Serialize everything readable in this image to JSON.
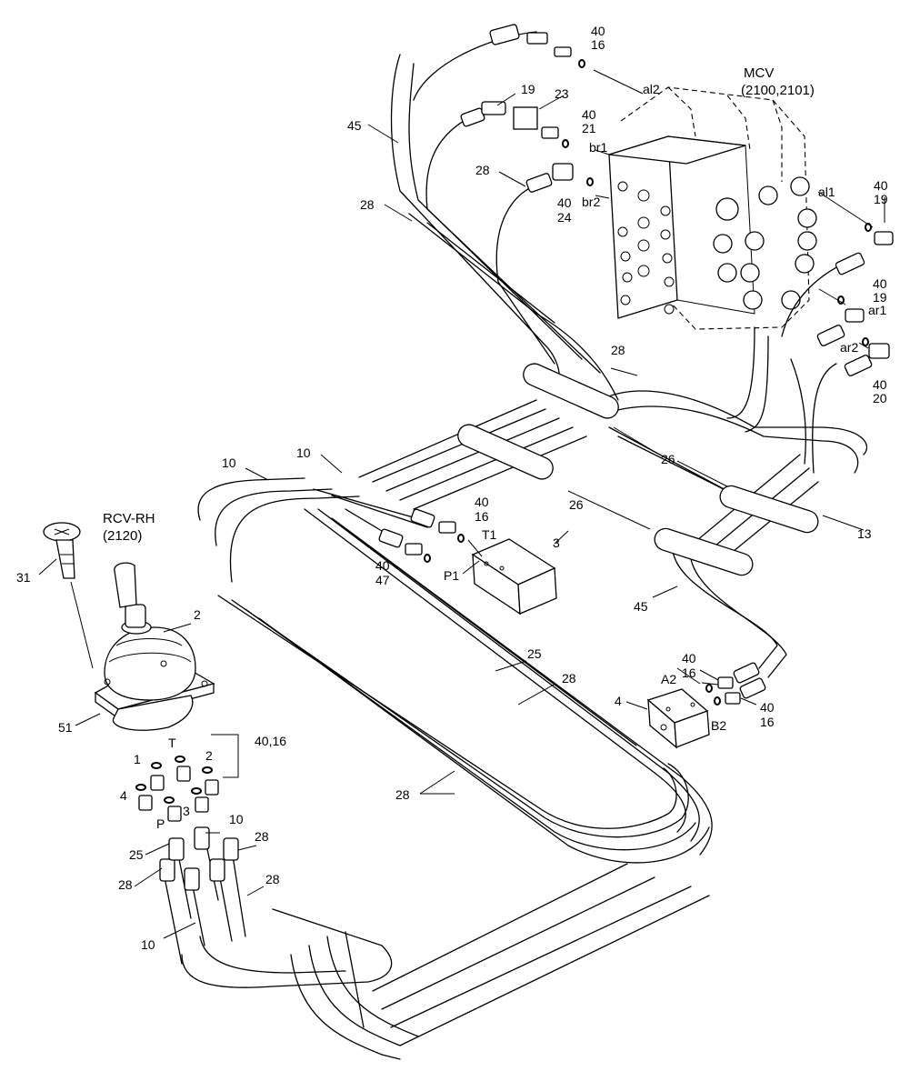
{
  "labels": {
    "mcv_title": "MCV",
    "mcv_sub": "(2100,2101)",
    "rcv_title": "RCV-RH",
    "rcv_sub": "(2120)",
    "p_40": "40",
    "p_16": "16",
    "p_19": "19",
    "p_21": "21",
    "p_24": "24",
    "p_20": "20",
    "p_47": "47",
    "p_23": "23",
    "p_45": "45",
    "p_28": "28",
    "p_10": "10",
    "p_26": "26",
    "p_13": "13",
    "p_25": "25",
    "p_3": "3",
    "p_4": "4",
    "p_2": "2",
    "p_31": "31",
    "p_51": "51",
    "p_1": "1",
    "p_40_16": "40,16",
    "port_al2": "al2",
    "port_br1": "br1",
    "port_br2": "br2",
    "port_al1": "al1",
    "port_ar1": "ar1",
    "port_ar2": "ar2",
    "port_t1": "T1",
    "port_p1": "P1",
    "port_a2": "A2",
    "port_b2": "B2",
    "port_t": "T",
    "port_p": "P"
  }
}
